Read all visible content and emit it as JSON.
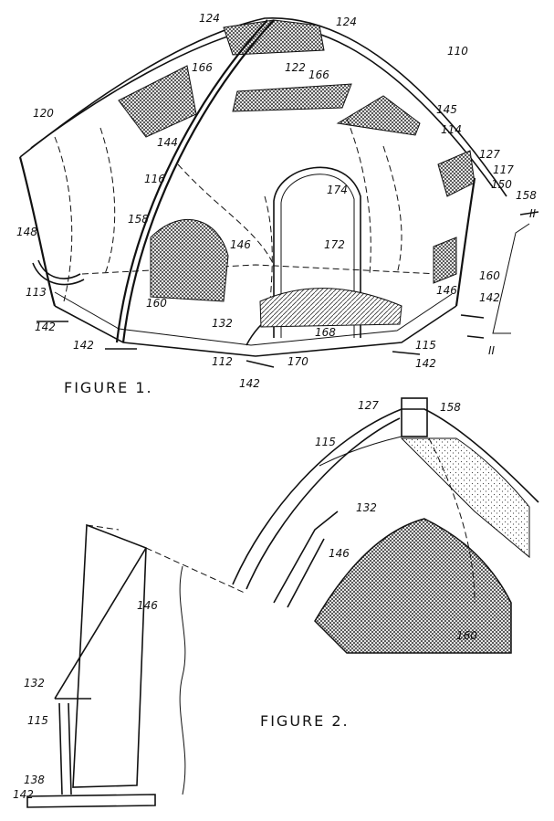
{
  "figure1": {
    "caption": "FIGURE 1.",
    "refs": {
      "r110": "110",
      "r124a": "124",
      "r124b": "124",
      "r122": "122",
      "r166a": "166",
      "r166b": "166",
      "r120": "120",
      "r145": "145",
      "r114": "114",
      "r127": "127",
      "r117": "117",
      "r150": "150",
      "r158a": "158",
      "r144": "144",
      "r116": "116",
      "r174": "174",
      "r148": "148",
      "r158b": "158",
      "r146a": "146",
      "r172": "172",
      "r160a": "160",
      "r146b": "146",
      "r113": "113",
      "r160b": "160",
      "r142a": "142",
      "r142b": "142",
      "r132": "132",
      "r168": "168",
      "r115": "115",
      "r142c": "142",
      "r112": "112",
      "r170": "170",
      "r142d": "142",
      "r142e": "142"
    },
    "section_mark": "II"
  },
  "figure2": {
    "caption": "FIGURE 2.",
    "refs": {
      "r127": "127",
      "r158": "158",
      "r115a": "115",
      "r132a": "132",
      "r146a": "146",
      "r160": "160",
      "r146b": "146",
      "r132b": "132",
      "r115b": "115",
      "r138": "138",
      "r142": "142"
    }
  }
}
